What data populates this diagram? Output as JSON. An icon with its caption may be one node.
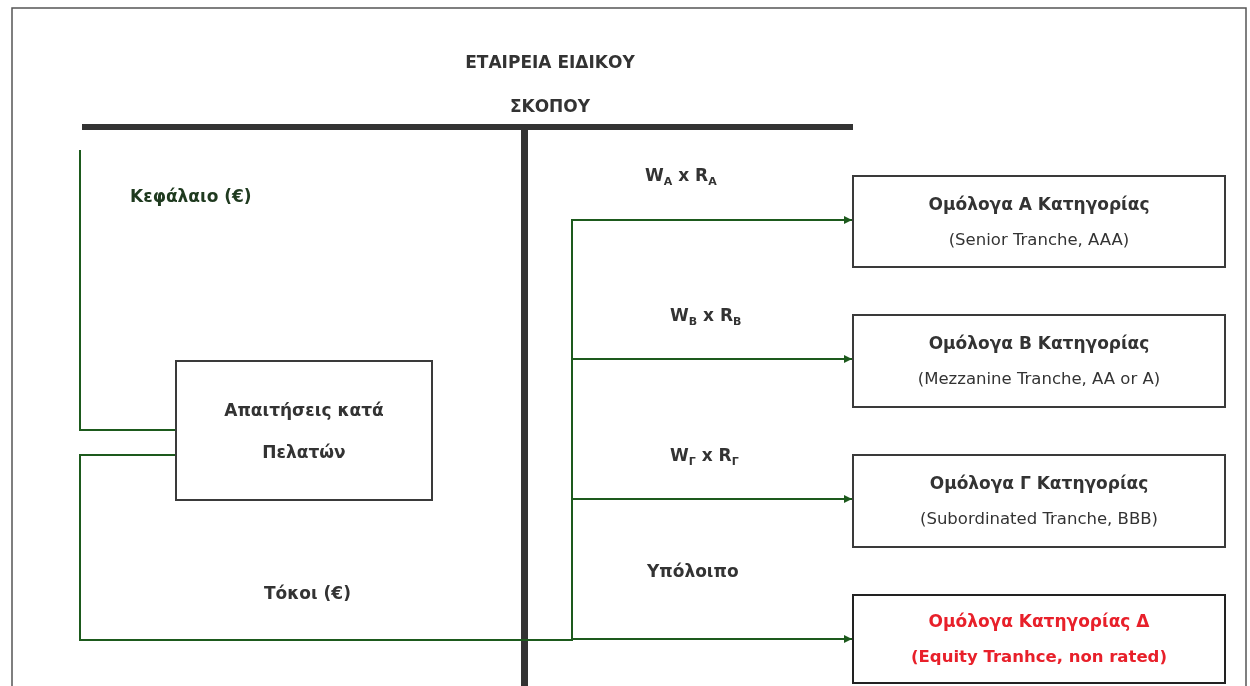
{
  "diagram": {
    "title": "ΕΤΑΙΡΕΙΑ ΕΙΔΙΚΟΥ ΣΚΟΠΟΥ",
    "nodes": [
      {
        "text": [
          "Απαιτήσεις κατά Πελατών"
        ]
      },
      {
        "text": [
          "Ομόλογα Α Κατηγορίας",
          "(Senior Tranche, AAA)"
        ]
      },
      {
        "text": [
          "Ομόλογα Β Κατηγορίας",
          "(Mezzanine Tranche, AA or A)"
        ]
      },
      {
        "text": [
          "Ομόλογα Γ Κατηγορίας",
          "(Subordinated Tranche, BBB)"
        ]
      },
      {
        "text": [
          "Ομόλογα Κατηγορίας Δ",
          "(Equity Tranhce, non rated)"
        ]
      }
    ],
    "edges": [
      {
        "from": null,
        "to": 0,
        "arrow": "none"
      },
      {
        "from": 0,
        "to": 1,
        "arrow": "to",
        "label": "W$_{A}$ x R$_{A}$"
      },
      {
        "from": 0,
        "to": 2,
        "arrow": "to",
        "label": "W$_{B}$ x R$_{B}$"
      },
      {
        "from": 0,
        "to": 3,
        "arrow": "to",
        "label": "W$_{Γ}$ x R$_{Γ}$"
      },
      {
        "from": 0,
        "to": 4,
        "arrow": "to",
        "label": "Υπόλοιπο"
      }
    ],
    "labels": [
      "Κεφάλαιο (€)",
      "Τόκοι (€)"
    ]
  }
}
